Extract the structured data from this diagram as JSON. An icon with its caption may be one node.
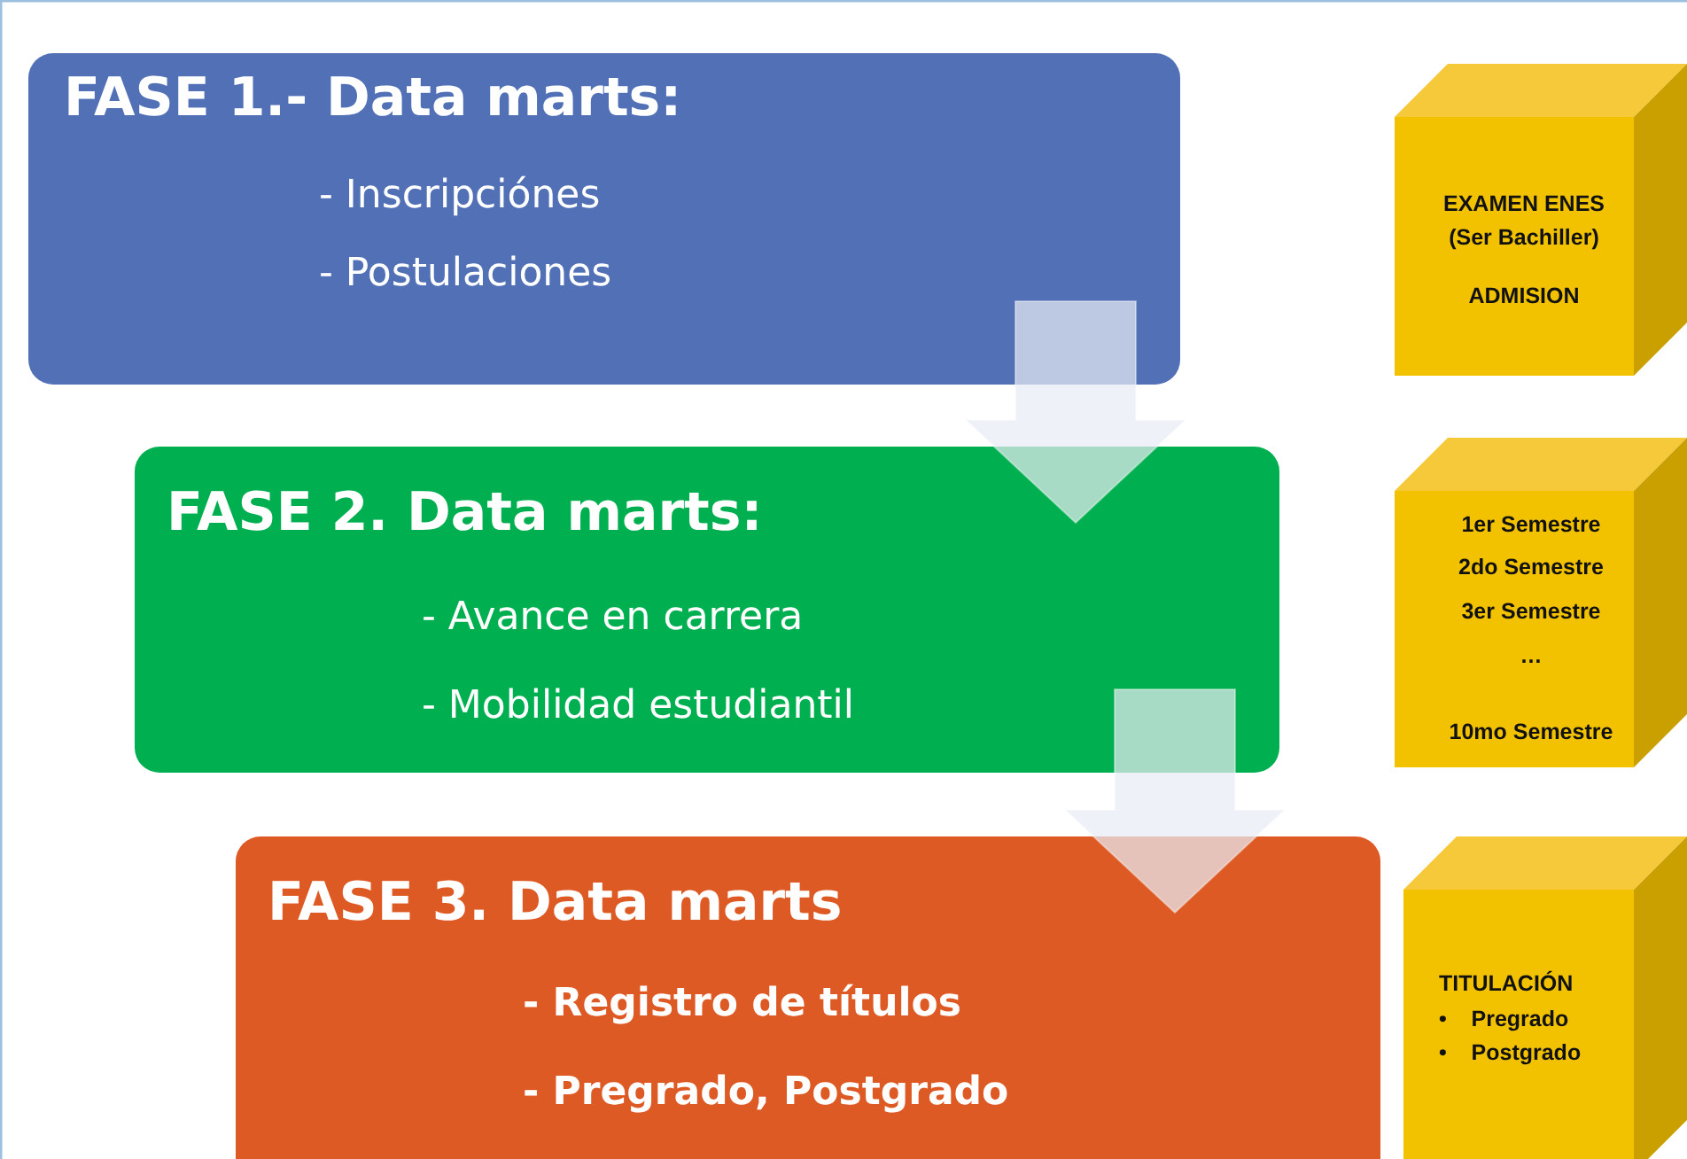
{
  "diagram": {
    "nodes": [
      {
        "text": [
          "FASE 1.- Data marts:",
          "- Inscripciónes",
          "- Postulaciones"
        ]
      },
      {
        "text": [
          "FASE 2. Data marts:",
          "- Avance en carrera",
          "- Mobilidad estudiantil"
        ]
      },
      {
        "text": [
          "FASE 3. Data marts",
          "- Registro de títulos",
          "- Pregrado, Postgrado"
        ]
      },
      {
        "text": [
          "EXAMEN ENES (Ser Bachiller)",
          "ADMISION"
        ]
      },
      {
        "text": [
          "1er Semestre",
          "2do Semestre",
          "3er Semestre",
          "…",
          "10mo Semestre"
        ]
      },
      {
        "text": [
          "TITULACIÓN",
          "•    Pregrado",
          "•    Postgrado"
        ]
      }
    ],
    "edges": [
      {
        "from": 0,
        "to": 1,
        "arrow": "to"
      },
      {
        "from": 1,
        "to": 2,
        "arrow": "to"
      }
    ]
  }
}
